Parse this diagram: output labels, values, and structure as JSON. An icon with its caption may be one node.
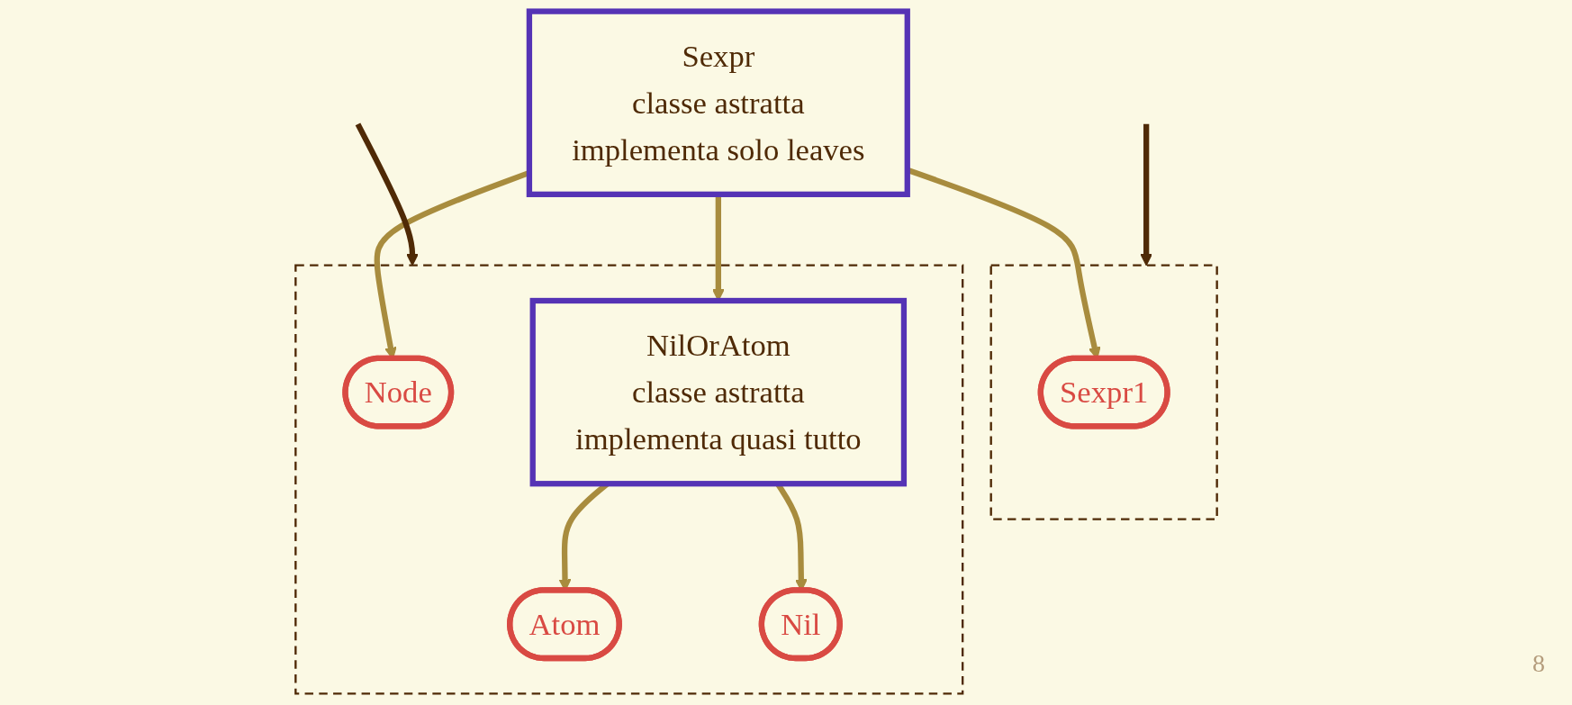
{
  "diagram": {
    "nodes": [
      {
        "text": [
          "Sexpr",
          "classe astratta",
          "implementa solo leaves"
        ]
      },
      {
        "text": [],
        "shape": "ellipse"
      },
      {
        "text": [
          "Sexpr1"
        ],
        "in": 1
      },
      {
        "text": [],
        "shape": "ellipse"
      },
      {
        "text": [
          "Node"
        ],
        "in": 3
      },
      {
        "text": [
          "NilOrAtom",
          "classe astratta",
          "implementa quasi tutto"
        ],
        "in": 3
      },
      {
        "text": [
          "Atom"
        ],
        "in": 3
      },
      {
        "text": [
          "Nil"
        ],
        "in": 3
      }
    ],
    "edges": [
      {
        "from": null,
        "to": 1,
        "arrow": "to",
        "color": "#4f2a06"
      },
      {
        "from": null,
        "to": 3,
        "arrow": "to",
        "color": "#4f2a06"
      },
      {
        "from": 0,
        "to": 2,
        "arrow": "to"
      },
      {
        "from": 0,
        "to": 4,
        "arrow": "to"
      },
      {
        "from": 0,
        "to": 5,
        "arrow": "to"
      },
      {
        "from": 5,
        "to": 6,
        "arrow": "to"
      },
      {
        "from": 5,
        "to": 7,
        "arrow": "to"
      }
    ],
    "labels": [
      "8"
    ]
  }
}
